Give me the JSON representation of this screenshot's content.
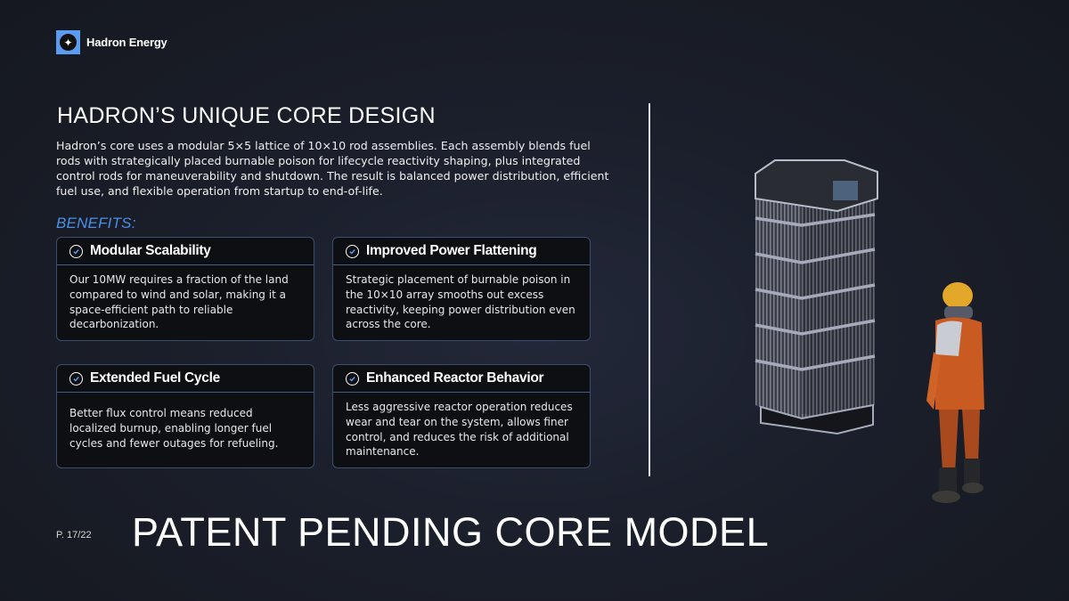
{
  "brand": {
    "name": "Hadron Energy",
    "logo_icon": "sparkle-star-icon",
    "accent": "#5b9cf0"
  },
  "header": {
    "title": "HADRON’S UNIQUE CORE DESIGN",
    "intro": "Hadron’s core uses a modular 5×5 lattice of 10×10 rod assemblies. Each assembly blends fuel rods with strategically placed burnable poison for lifecycle reactivity shaping, plus integrated control rods for maneuverability and shutdown. The result is balanced power distribution, efficient fuel use, and flexible operation from startup to end-of-life."
  },
  "benefits": {
    "label": "BENEFITS:",
    "label_color": "#4a8fe6",
    "cards": [
      {
        "title": "Modular Scalability",
        "icon": "check-circle-icon",
        "body": "Our 10MW requires a fraction of the land compared to wind and solar, making it a space-efficient path to reliable decarbonization."
      },
      {
        "title": "Improved Power Flattening",
        "icon": "check-circle-icon",
        "body": "Strategic placement of burnable poison in the 10×10 array smooths out excess reactivity, keeping power distribution even across the core."
      },
      {
        "title": "Extended Fuel Cycle",
        "icon": "check-circle-icon",
        "body": "Better flux control means reduced localized burnup, enabling longer fuel cycles and fewer outages for refueling."
      },
      {
        "title": "Enhanced Reactor Behavior",
        "icon": "check-circle-icon",
        "body": "Less aggressive reactor operation reduces wear and tear on the system, allows finer control, and reduces the risk of additional maintenance."
      }
    ]
  },
  "illustration": {
    "reactor": "reactor-core-render",
    "worker": "worker-figure-render"
  },
  "footer": {
    "page": "P. 17/22",
    "title": "PATENT PENDING CORE MODEL"
  }
}
